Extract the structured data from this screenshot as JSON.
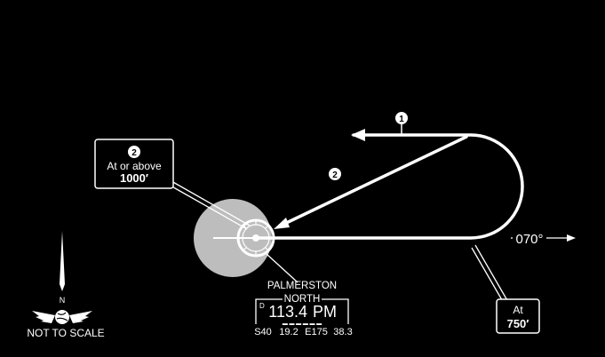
{
  "procedure": {
    "step1_marker": "1",
    "step2_marker": "2",
    "track_label": "070°",
    "altitude_box_1": {
      "marker": "2",
      "line1": "At or above",
      "line2": "1000′"
    },
    "altitude_box_2": {
      "line1": "At",
      "line2": "750′"
    }
  },
  "navaid": {
    "name_line1": "PALMERSTON",
    "name_line2": "NORTH",
    "dme_flag": "D",
    "frequency": "113.4",
    "ident": "PM",
    "morse": "▬ ▬ ▬ ▬   ▬ ▬",
    "coordinates": [
      "S40",
      "19.2",
      "E175",
      "38.3"
    ]
  },
  "north_indicator": {
    "letter": "N",
    "note": "NOT TO SCALE"
  },
  "colors": {
    "background": "#000000",
    "foreground": "#ffffff",
    "station_disc": "#bdbdbd"
  }
}
